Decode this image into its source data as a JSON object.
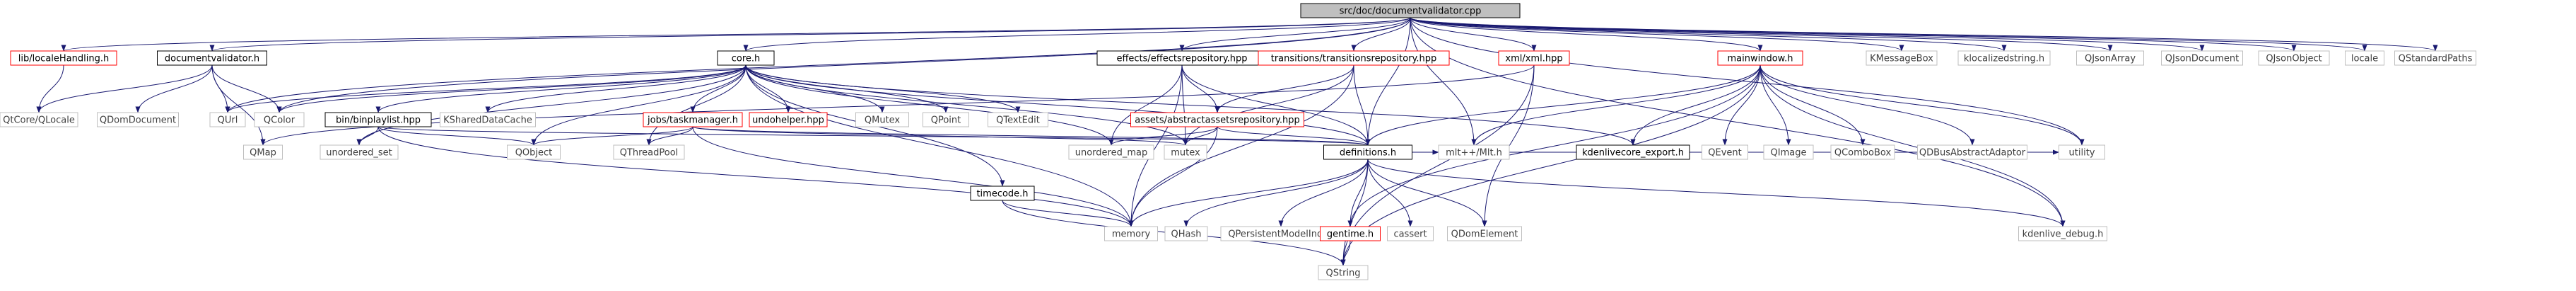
{
  "root": "src/doc/documentvalidator.cpp",
  "colors": {
    "root_fill": "#bfbfbf",
    "node_fill": "#ffffff",
    "documented_border": "#000000",
    "undocumented_border": "#ff0000",
    "system_border": "#bfbfbf",
    "system_text": "#3f3f3f",
    "text": "#000000",
    "edge": "#191970"
  },
  "legend_kinds": [
    "root",
    "documented",
    "undocumented",
    "system"
  ],
  "nodes": [
    {
      "id": "root",
      "label": "src/doc/documentvalidator.cpp",
      "kind": "root",
      "icon": "file"
    },
    {
      "id": "lh",
      "label": "lib/localeHandling.h",
      "kind": "undocumented",
      "icon": "file"
    },
    {
      "id": "dvh",
      "label": "documentvalidator.h",
      "kind": "documented",
      "icon": "file"
    },
    {
      "id": "core",
      "label": "core.h",
      "kind": "documented",
      "icon": "file"
    },
    {
      "id": "effrepo",
      "label": "effects/effectsrepository.hpp",
      "kind": "documented",
      "icon": "file"
    },
    {
      "id": "transrepo",
      "label": "transitions/transitionsrepository.hpp",
      "kind": "undocumented",
      "icon": "file"
    },
    {
      "id": "xml",
      "label": "xml/xml.hpp",
      "kind": "undocumented",
      "icon": "file"
    },
    {
      "id": "mainwin",
      "label": "mainwindow.h",
      "kind": "undocumented",
      "icon": "file"
    },
    {
      "id": "kmsg",
      "label": "KMessageBox",
      "kind": "system",
      "icon": "file"
    },
    {
      "id": "kloc",
      "label": "klocalizedstring.h",
      "kind": "system",
      "icon": "file"
    },
    {
      "id": "qjarr",
      "label": "QJsonArray",
      "kind": "system",
      "icon": "file"
    },
    {
      "id": "qjdoc",
      "label": "QJsonDocument",
      "kind": "system",
      "icon": "file"
    },
    {
      "id": "qjobj",
      "label": "QJsonObject",
      "kind": "system",
      "icon": "file"
    },
    {
      "id": "locale",
      "label": "locale",
      "kind": "system",
      "icon": "file"
    },
    {
      "id": "qstdp",
      "label": "QStandardPaths",
      "kind": "system",
      "icon": "file"
    },
    {
      "id": "qcloc",
      "label": "QtCore/QLocale",
      "kind": "system",
      "icon": "file"
    },
    {
      "id": "qdomdoc",
      "label": "QDomDocument",
      "kind": "system",
      "icon": "file"
    },
    {
      "id": "qmap",
      "label": "QMap",
      "kind": "system",
      "icon": "file"
    },
    {
      "id": "qurl",
      "label": "QUrl",
      "kind": "system",
      "icon": "file"
    },
    {
      "id": "qcolor",
      "label": "QColor",
      "kind": "system",
      "icon": "file"
    },
    {
      "id": "binpl",
      "label": "bin/binplaylist.hpp",
      "kind": "documented",
      "icon": "file"
    },
    {
      "id": "kshared",
      "label": "KSharedDataCache",
      "kind": "system",
      "icon": "file"
    },
    {
      "id": "uset",
      "label": "unordered_set",
      "kind": "system",
      "icon": "file"
    },
    {
      "id": "qobject",
      "label": "QObject",
      "kind": "system",
      "icon": "file"
    },
    {
      "id": "jobs",
      "label": "jobs/taskmanager.h",
      "kind": "undocumented",
      "icon": "file"
    },
    {
      "id": "undo",
      "label": "undohelper.hpp",
      "kind": "undocumented",
      "icon": "file"
    },
    {
      "id": "qmutex",
      "label": "QMutex",
      "kind": "system",
      "icon": "file"
    },
    {
      "id": "qpoint",
      "label": "QPoint",
      "kind": "system",
      "icon": "file"
    },
    {
      "id": "qtextedit",
      "label": "QTextEdit",
      "kind": "system",
      "icon": "file"
    },
    {
      "id": "qthreadpool",
      "label": "QThreadPool",
      "kind": "system",
      "icon": "file"
    },
    {
      "id": "absrepo",
      "label": "assets/abstractassetsrepository.hpp",
      "kind": "undocumented",
      "icon": "file"
    },
    {
      "id": "umap",
      "label": "unordered_map",
      "kind": "system",
      "icon": "file"
    },
    {
      "id": "mutex",
      "label": "mutex",
      "kind": "system",
      "icon": "file"
    },
    {
      "id": "defs",
      "label": "definitions.h",
      "kind": "documented",
      "icon": "file"
    },
    {
      "id": "timecode",
      "label": "timecode.h",
      "kind": "documented",
      "icon": "file"
    },
    {
      "id": "memory",
      "label": "memory",
      "kind": "system",
      "icon": "file"
    },
    {
      "id": "mlt",
      "label": "mlt++/Mlt.h",
      "kind": "system",
      "icon": "file"
    },
    {
      "id": "kexport",
      "label": "kdenlivecore_export.h",
      "kind": "documented",
      "icon": "file"
    },
    {
      "id": "qevent",
      "label": "QEvent",
      "kind": "system",
      "icon": "file"
    },
    {
      "id": "qimage",
      "label": "QImage",
      "kind": "system",
      "icon": "file"
    },
    {
      "id": "qcombo",
      "label": "QComboBox",
      "kind": "system",
      "icon": "file"
    },
    {
      "id": "qdbus",
      "label": "QDBusAbstractAdaptor",
      "kind": "system",
      "icon": "file"
    },
    {
      "id": "utility",
      "label": "utility",
      "kind": "system",
      "icon": "file"
    },
    {
      "id": "qhash",
      "label": "QHash",
      "kind": "system",
      "icon": "file"
    },
    {
      "id": "qpmi",
      "label": "QPersistentModelIndex",
      "kind": "system",
      "icon": "file"
    },
    {
      "id": "gentime",
      "label": "gentime.h",
      "kind": "undocumented",
      "icon": "file"
    },
    {
      "id": "cassert",
      "label": "cassert",
      "kind": "system",
      "icon": "file"
    },
    {
      "id": "qdomel",
      "label": "QDomElement",
      "kind": "system",
      "icon": "file"
    },
    {
      "id": "kdebug",
      "label": "kdenlive_debug.h",
      "kind": "system",
      "icon": "file"
    },
    {
      "id": "qstring",
      "label": "QString",
      "kind": "system",
      "icon": "file"
    }
  ],
  "edges": [
    [
      "root",
      "lh"
    ],
    [
      "root",
      "dvh"
    ],
    [
      "root",
      "core"
    ],
    [
      "root",
      "effrepo"
    ],
    [
      "root",
      "transrepo"
    ],
    [
      "root",
      "xml"
    ],
    [
      "root",
      "mainwin"
    ],
    [
      "root",
      "kmsg"
    ],
    [
      "root",
      "kloc"
    ],
    [
      "root",
      "qjarr"
    ],
    [
      "root",
      "qjdoc"
    ],
    [
      "root",
      "qjobj"
    ],
    [
      "root",
      "locale"
    ],
    [
      "root",
      "qstdp"
    ],
    [
      "root",
      "qurl"
    ],
    [
      "root",
      "qcolor"
    ],
    [
      "root",
      "defs"
    ],
    [
      "root",
      "mlt"
    ],
    [
      "root",
      "kdebug"
    ],
    [
      "root",
      "utility"
    ],
    [
      "lh",
      "qcloc"
    ],
    [
      "dvh",
      "qcloc"
    ],
    [
      "dvh",
      "qdomdoc"
    ],
    [
      "dvh",
      "qmap"
    ],
    [
      "dvh",
      "qurl"
    ],
    [
      "dvh",
      "qcolor"
    ],
    [
      "core",
      "binpl"
    ],
    [
      "core",
      "kshared"
    ],
    [
      "core",
      "uset"
    ],
    [
      "core",
      "qobject"
    ],
    [
      "core",
      "jobs"
    ],
    [
      "core",
      "undo"
    ],
    [
      "core",
      "qmutex"
    ],
    [
      "core",
      "qpoint"
    ],
    [
      "core",
      "qtextedit"
    ],
    [
      "core",
      "qthreadpool"
    ],
    [
      "core",
      "timecode"
    ],
    [
      "core",
      "defs"
    ],
    [
      "core",
      "memory"
    ],
    [
      "core",
      "kexport"
    ],
    [
      "core",
      "qurl"
    ],
    [
      "core",
      "qcolor"
    ],
    [
      "core",
      "mutex"
    ],
    [
      "core",
      "umap"
    ],
    [
      "binpl",
      "uset"
    ],
    [
      "binpl",
      "qobject"
    ],
    [
      "binpl",
      "memory"
    ],
    [
      "binpl",
      "defs"
    ],
    [
      "jobs",
      "qobject"
    ],
    [
      "jobs",
      "qthreadpool"
    ],
    [
      "jobs",
      "memory"
    ],
    [
      "jobs",
      "mutex"
    ],
    [
      "jobs",
      "defs"
    ],
    [
      "effrepo",
      "absrepo"
    ],
    [
      "effrepo",
      "memory"
    ],
    [
      "effrepo",
      "mutex"
    ],
    [
      "effrepo",
      "defs"
    ],
    [
      "effrepo",
      "umap"
    ],
    [
      "transrepo",
      "absrepo"
    ],
    [
      "transrepo",
      "defs"
    ],
    [
      "transrepo",
      "memory"
    ],
    [
      "transrepo",
      "mutex"
    ],
    [
      "absrepo",
      "umap"
    ],
    [
      "absrepo",
      "mutex"
    ],
    [
      "absrepo",
      "memory"
    ],
    [
      "absrepo",
      "defs"
    ],
    [
      "xml",
      "qmap"
    ],
    [
      "xml",
      "qdomel"
    ],
    [
      "xml",
      "qstring"
    ],
    [
      "mainwin",
      "defs"
    ],
    [
      "mainwin",
      "mlt"
    ],
    [
      "mainwin",
      "kexport"
    ],
    [
      "mainwin",
      "qevent"
    ],
    [
      "mainwin",
      "qimage"
    ],
    [
      "mainwin",
      "qcombo"
    ],
    [
      "mainwin",
      "qdbus"
    ],
    [
      "mainwin",
      "utility"
    ],
    [
      "mainwin",
      "kdebug"
    ],
    [
      "mainwin",
      "gentime"
    ],
    [
      "mainwin",
      "qstring"
    ],
    [
      "defs",
      "memory"
    ],
    [
      "defs",
      "qhash"
    ],
    [
      "defs",
      "qpmi"
    ],
    [
      "defs",
      "gentime"
    ],
    [
      "defs",
      "cassert"
    ],
    [
      "defs",
      "qdomel"
    ],
    [
      "defs",
      "kdebug"
    ],
    [
      "defs",
      "qstring"
    ],
    [
      "defs",
      "utility"
    ],
    [
      "defs",
      "mlt"
    ],
    [
      "timecode",
      "qstring"
    ],
    [
      "timecode",
      "memory"
    ],
    [
      "gentime",
      "qstring"
    ]
  ]
}
